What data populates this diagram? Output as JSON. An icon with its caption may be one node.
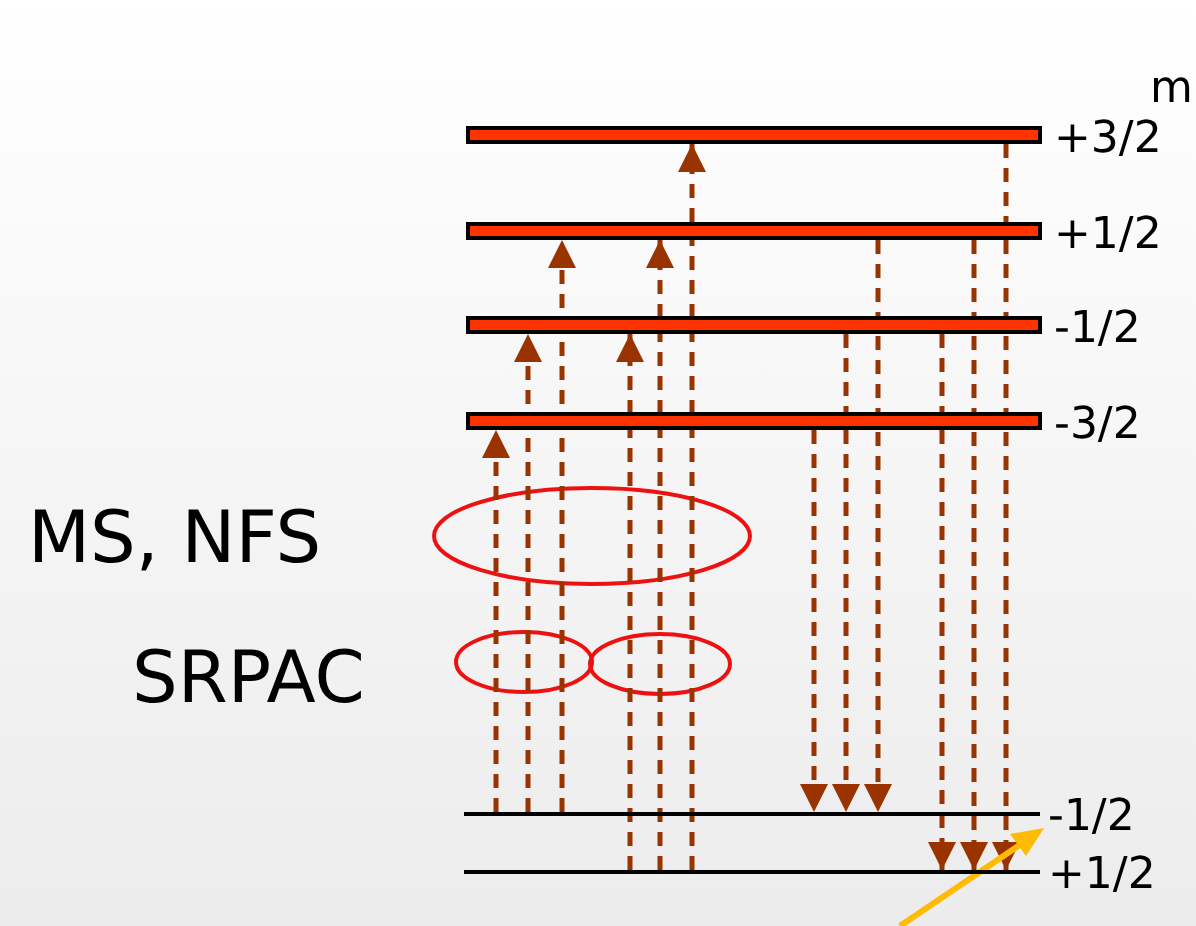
{
  "diagram": {
    "nodes": [
      {
        "text": [],
        "shape": "bar",
        "beside": [
          "+3/2"
        ]
      },
      {
        "text": [],
        "shape": "bar",
        "beside": [
          "+1/2"
        ]
      },
      {
        "text": [],
        "shape": "bar",
        "beside": [
          "-1/2"
        ]
      },
      {
        "text": [],
        "shape": "bar",
        "beside": [
          "-3/2"
        ]
      },
      {
        "text": [],
        "shape": "line",
        "beside": [
          "-1/2"
        ]
      },
      {
        "text": [],
        "shape": "line",
        "beside": [
          "+1/2"
        ]
      }
    ],
    "edges": [
      {
        "from": 4,
        "to": 3,
        "arrow": "to",
        "style": "dashed"
      },
      {
        "from": 4,
        "to": 2,
        "arrow": "to",
        "style": "dashed"
      },
      {
        "from": 4,
        "to": 1,
        "arrow": "to",
        "style": "dashed"
      },
      {
        "from": 5,
        "to": 2,
        "arrow": "to",
        "style": "dashed"
      },
      {
        "from": 5,
        "to": 1,
        "arrow": "to",
        "style": "dashed"
      },
      {
        "from": 5,
        "to": 0,
        "arrow": "to",
        "style": "dashed"
      },
      {
        "from": 3,
        "to": 4,
        "arrow": "to",
        "style": "dashed"
      },
      {
        "from": 2,
        "to": 4,
        "arrow": "to",
        "style": "dashed"
      },
      {
        "from": 1,
        "to": 4,
        "arrow": "to",
        "style": "dashed"
      },
      {
        "from": 2,
        "to": 5,
        "arrow": "to",
        "style": "dashed"
      },
      {
        "from": 1,
        "to": 5,
        "arrow": "to",
        "style": "dashed"
      },
      {
        "from": 0,
        "to": 5,
        "arrow": "to",
        "style": "dashed"
      }
    ],
    "labels": [
      "m",
      "MS, NFS",
      "SRPAC"
    ]
  }
}
